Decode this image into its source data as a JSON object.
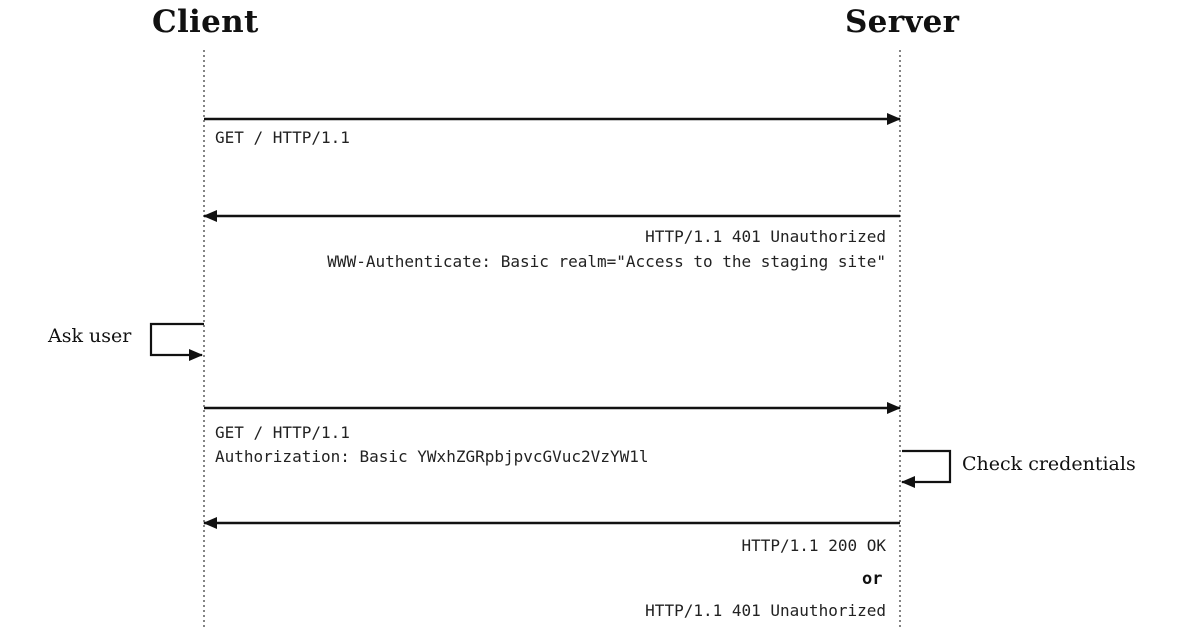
{
  "actors": {
    "client": "Client",
    "server": "Server"
  },
  "messages": {
    "m1_request": "GET / HTTP/1.1",
    "m2_status": "HTTP/1.1 401 Unauthorized",
    "m2_header": "WWW-Authenticate: Basic realm=\"Access to the staging site\"",
    "m3_request": "GET / HTTP/1.1",
    "m3_header": "Authorization: Basic YWxhZGRpbjpvcGVuc2VzYW1l",
    "m4_ok": "HTTP/1.1 200 OK",
    "m4_or": "or",
    "m4_fail": "HTTP/1.1 401 Unauthorized"
  },
  "notes": {
    "ask_user": "Ask user",
    "check_credentials": "Check credentials"
  }
}
